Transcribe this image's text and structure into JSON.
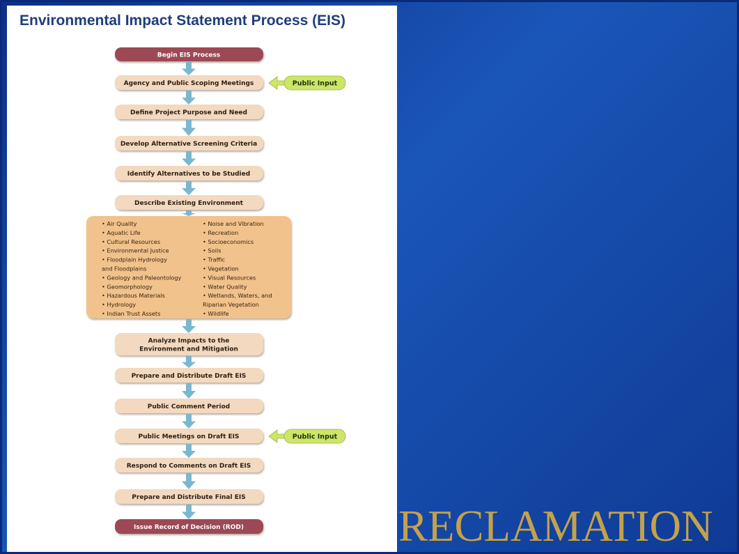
{
  "title": "Environmental Impact Statement Process (EIS)",
  "brand": "RECLAMATION",
  "colors": {
    "endpoint_fill": "#9c4a55",
    "step_fill": "#f3d9bf",
    "resource_fill": "#f1c28b",
    "arrow": "#7bb7cf",
    "public_input_fill": "#cde66a",
    "brand_gold": "#c4a24b"
  },
  "flow": {
    "begin": "Begin EIS Process",
    "steps": [
      [
        "Agency and Public Scoping Meetings"
      ],
      [
        "Define Project Purpose and Need"
      ],
      [
        "Develop Alternative Screening Criteria"
      ],
      [
        "Identify Alternatives to be Studied"
      ],
      [
        "Describe Existing Environment"
      ]
    ],
    "resources": {
      "left": [
        "• Air Quality",
        "• Aquatic Life",
        "• Cultural Resources",
        "• Environmental Justice",
        "• Floodplain Hydrology",
        "   and Floodplains",
        "• Geology and Paleontology",
        "• Geomorphology",
        "• Hazardous Materials",
        "• Hydrology",
        "• Indian Trust Assets"
      ],
      "right": [
        "• Noise and Vibration",
        "• Recreation",
        "• Socioeconomics",
        "• Soils",
        "• Traffic",
        "• Vegetation",
        "• Visual Resources",
        "• Water Quality",
        "• Wetlands, Waters, and",
        "   Riparian Vegetation",
        "• Wildlife"
      ]
    },
    "later_steps": [
      [
        "Analyze Impacts to the",
        "Environment and Mitigation"
      ],
      [
        "Prepare and Distribute Draft EIS"
      ],
      [
        "Public Comment Period"
      ],
      [
        "Public Meetings on Draft EIS"
      ],
      [
        "Respond to Comments on Draft EIS"
      ],
      [
        "Prepare and Distribute Final EIS"
      ]
    ],
    "end": "Issue Record of Decision (ROD)",
    "public_input": [
      "Public Input",
      "Public Input"
    ]
  }
}
